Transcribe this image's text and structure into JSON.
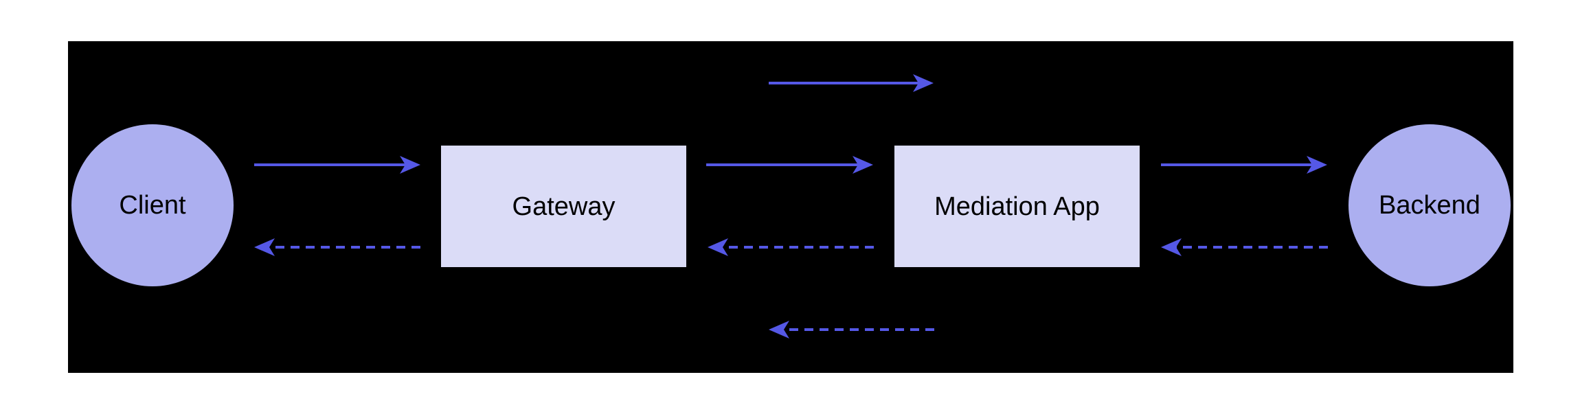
{
  "diagram": {
    "colors": {
      "page_bg": "#ffffff",
      "canvas_bg": "#000000",
      "circle_fill": "#acaff0",
      "rect_fill": "#dbdcf7",
      "arrow": "#5558e6",
      "label": "#000000"
    },
    "nodes": {
      "client": {
        "label": "Client",
        "shape": "circle"
      },
      "gateway": {
        "label": "Gateway",
        "shape": "rect"
      },
      "mediation": {
        "label": "Mediation App",
        "shape": "rect"
      },
      "backend": {
        "label": "Backend",
        "shape": "circle"
      }
    },
    "edges": [
      {
        "from": "Client",
        "to": "Gateway",
        "style": "solid",
        "direction": "right",
        "position": "middle-upper"
      },
      {
        "from": "Gateway",
        "to": "Client",
        "style": "dashed",
        "direction": "left",
        "position": "middle-lower"
      },
      {
        "from": "Gateway",
        "to": "Mediation App",
        "style": "solid",
        "direction": "right",
        "position": "middle-upper"
      },
      {
        "from": "Mediation App",
        "to": "Gateway",
        "style": "dashed",
        "direction": "left",
        "position": "middle-lower"
      },
      {
        "from": "Mediation App",
        "to": "Backend",
        "style": "solid",
        "direction": "right",
        "position": "middle-upper"
      },
      {
        "from": "Backend",
        "to": "Mediation App",
        "style": "dashed",
        "direction": "left",
        "position": "middle-lower"
      },
      {
        "from": "",
        "to": "",
        "style": "solid",
        "direction": "right",
        "position": "top"
      },
      {
        "from": "",
        "to": "",
        "style": "dashed",
        "direction": "left",
        "position": "bottom"
      }
    ]
  }
}
